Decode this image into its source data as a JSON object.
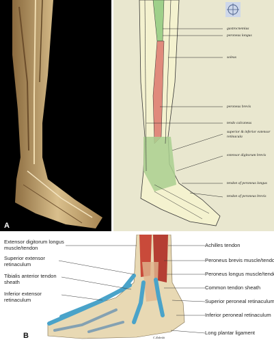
{
  "panels": {
    "a": {
      "letter": "A"
    },
    "b": {
      "letter": "B"
    }
  },
  "drawing_labels": [
    "gastrocnemius",
    "peroneus longus",
    "soleus",
    "peroneus brevis",
    "tendo calcaneus",
    "superior & inferior extensor retinacula",
    "extensor digitorum brevis",
    "tendon of peroneus longus",
    "tendon of peroneus brevis"
  ],
  "bottom_labels_left": [
    "Extensor digitorum longus muscle/tendon",
    "Superior extensor retinaculum",
    "Tibialis anterior tendon sheath",
    "Inferior extensor retinaculum"
  ],
  "bottom_labels_right": [
    "Achilles tendon",
    "Peroneus brevis muscle/tendon",
    "Peroneus longus muscle/tendon",
    "Common tendon sheath",
    "Superior peroneal retinaculum",
    "Inferior peroneal retinaculum",
    "Long plantar ligament"
  ],
  "signature": "C.Zaleski",
  "colors": {
    "drawing_bg": "#e9e7cf",
    "muscle_red": "#e08a7c",
    "retinaculum_green": "#a9cf8f",
    "tendon_sheath_blue": "#4aa3c9"
  }
}
